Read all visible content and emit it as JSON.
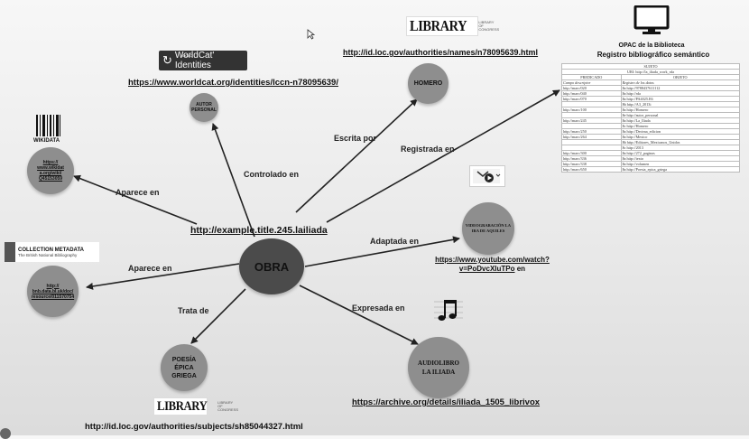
{
  "center": {
    "label": "OBRA"
  },
  "title_uri": "http://example.title.245.lailiada",
  "nodes": {
    "autor": "AUTOR PERSONAL",
    "homero": "HOMERO",
    "wikidata": "https:// www.wikidat a.org/wiki/ Q45153059",
    "bnb": "http:// bnb.data.bl.uk/doc/ resource/011570754",
    "poesia": "POESÍA ÉPICA GRIEGA",
    "video": "VIDEOGRABACIÓN LA IRA DE AQUILES",
    "audiolibro": "AUDIOLIBRO LA ILIADA"
  },
  "edges": {
    "controlado": "Controlado en",
    "escrita": "Escrita por",
    "registrada": "Registrada en",
    "aparece1": "Aparece en",
    "aparece2": "Aparece en",
    "adaptada": "Adaptada en",
    "expresada": "Expresada en",
    "trata": "Trata de"
  },
  "links": {
    "worldcat": "https://www.worldcat.org/identities/lccn-n78095639/",
    "loc_names": "http://id.loc.gov/authorities/names/n78095639.html",
    "youtube": "https://www.youtube.com/watch?v=PoDvcXIuTPo",
    "youtube_suffix": "en",
    "archive": "https://archive.org/details/iliada_1505_librivox",
    "loc_subjects": "http://id.loc.gov/authorities/subjects/sh85044327.html"
  },
  "logos": {
    "worldcat": "WorldCat' Identities",
    "worldcat_small": "OCLC",
    "library": "LIBRARY",
    "library_small": "LIBRARY OF CONGRESS",
    "wikidata": "WIKIDATA",
    "collection": "COLLECTION METADATA",
    "collection_sub": "The British National Bibliography"
  },
  "opac": {
    "title": "OPAC de la Biblioteca",
    "subtitle": "Registro bibliográfico semántico",
    "sujeto": "SUJETO",
    "uri": "URI: http://la_iliada_work_rda",
    "headers": [
      "PREDICADO",
      "OBJETO"
    ],
    "subheaders": [
      "Campo descriptor",
      "Registro de los datos"
    ],
    "rows": [
      [
        "http://marc/020",
        "$a http://9788437611112"
      ],
      [
        "http://marc/040",
        "$a http://rda"
      ],
      [
        "http://marc/070",
        "$a http://PA4025.E6"
      ],
      [
        "",
        "$b http://A3_2013i"
      ],
      [
        "http://marc/100",
        "$a http://Homero"
      ],
      [
        "",
        "$e http://autor_personal"
      ],
      [
        "http://marc/245",
        "$a http://La_Iliada"
      ],
      [
        "",
        "$c http://Homero"
      ],
      [
        "http://marc/250",
        "$a http://Decima_edicion"
      ],
      [
        "http://marc/264",
        "$a http://Mexico"
      ],
      [
        "",
        "$b http://Editores_Mexicanos_Unidos"
      ],
      [
        "",
        "$c http://2013"
      ],
      [
        "http://marc/300",
        "$a http://272_paginas"
      ],
      [
        "http://marc/336",
        "$a http://texto"
      ],
      [
        "http://marc/338",
        "$a http://volumen"
      ],
      [
        "http://marc/650",
        "$a http://Poesia_epica_griega"
      ]
    ]
  },
  "colors": {
    "node": "#8e8e8e",
    "center": "#4b4b4b",
    "edge": "#222222"
  },
  "icons": [
    "computer-monitor-icon",
    "barcode-icon",
    "video-icon",
    "music-note-icon",
    "cursor-icon"
  ]
}
